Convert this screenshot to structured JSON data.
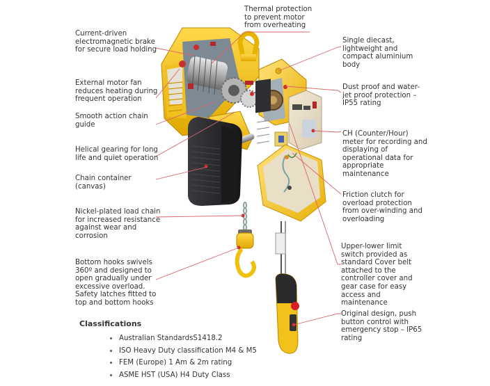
{
  "diagram": {
    "subject": "Electric chain hoist cutaway",
    "leader_color": "#d9666a",
    "body_color": "#f5c518",
    "callouts_left": [
      {
        "id": "brake",
        "text": "Current-driven\nelectromagnetic brake\nfor secure load holding"
      },
      {
        "id": "fan",
        "text": "External motor fan\nreduces heating during\nfrequent operation"
      },
      {
        "id": "chain-guide",
        "text": "Smooth action chain\nguide"
      },
      {
        "id": "gearing",
        "text": "Helical gearing for long\nlife and quiet operation"
      },
      {
        "id": "container",
        "text": "Chain container\n(canvas)"
      },
      {
        "id": "load-chain",
        "text": "Nickel-plated load chain\nfor increased resistance\nagainst wear and\ncorrosion"
      },
      {
        "id": "hooks",
        "text": "Bottom hooks swivels\n360º and designed to\nopen gradually under\nexcessive overload.\nSafety latches fitted to\ntop and bottom hooks"
      }
    ],
    "callout_top": {
      "id": "thermal",
      "text": "Thermal protection\nto prevent motor\nfrom overheating"
    },
    "callouts_right": [
      {
        "id": "body",
        "text": "Single diecast,\nlightweight and\ncompact aluminium\nbody"
      },
      {
        "id": "ip55",
        "text": "Dust proof and water-\njet proof protection –\nIP55 rating"
      },
      {
        "id": "ch-meter",
        "text": "CH (Counter/Hour)\nmeter for recording and\ndisplaying of\noperational data for\nappropriate\nmaintenance"
      },
      {
        "id": "clutch",
        "text": "Friction clutch for\noverload protection\nfrom over-winding and\noverloading"
      },
      {
        "id": "limit-switch",
        "text": "Upper-lower limit\nswitch provided as\nstandard Cover belt\nattached to the\ncontroller cover and\ngear case for easy\naccess and\nmaintenance"
      },
      {
        "id": "pendant",
        "text": "Original design, push\nbutton control with\nemergency stop – IP65\nrating"
      }
    ]
  },
  "classifications": {
    "title": "Classifications",
    "items": [
      "Australian StandardsS1418.2",
      "ISO Heavy Duty classification M4 & M5",
      "FEM (Europe) 1 Am & 2m rating",
      "ASME HST (USA) H4 Duty Class"
    ]
  }
}
